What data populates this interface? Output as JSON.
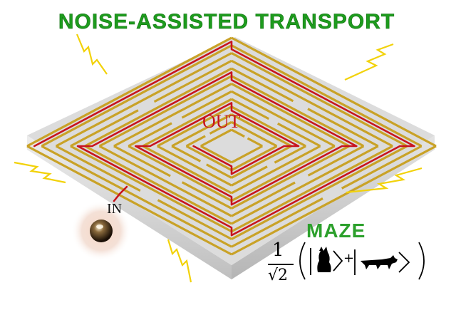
{
  "title": "NOISE-ASSISTED TRANSPORT",
  "labels": {
    "in": "IN",
    "out": "OUT",
    "maze": "MAZE"
  },
  "formula": {
    "numerator": "1",
    "denominator": "√2",
    "plus": "+"
  },
  "colors": {
    "title_green": "#1e9b1e",
    "maze_gold": "#c9a227",
    "path_red": "#c8141e",
    "lightning_yellow": "#f2d20a",
    "floor_gray": "#d9d9d9"
  },
  "icons": [
    "lightning-bolt-icon",
    "cat-alive-icon",
    "cat-dead-icon",
    "entrance-orb-icon"
  ]
}
